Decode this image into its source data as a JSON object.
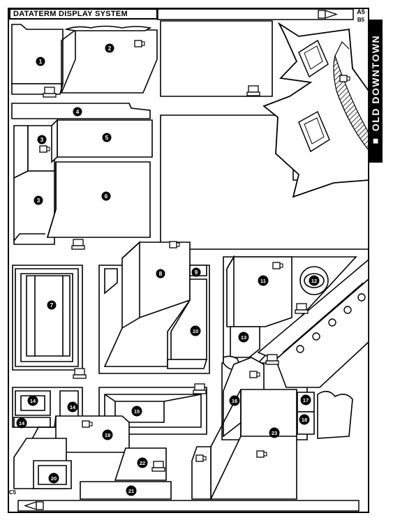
{
  "header": {
    "title": "DATATERM DISPLAY SYSTEM",
    "grid_ref_top": [
      "A5",
      "B5"
    ],
    "grid_ref_bottom": "C5"
  },
  "side_tab": {
    "label": "■ OLD DOWNTOWN"
  },
  "buildings": [
    {
      "number": "1"
    },
    {
      "number": "2"
    },
    {
      "number": "3"
    },
    {
      "number": "3"
    },
    {
      "number": "4"
    },
    {
      "number": "5"
    },
    {
      "number": "6"
    },
    {
      "number": "7"
    },
    {
      "number": "8"
    },
    {
      "number": "9"
    },
    {
      "number": "10"
    },
    {
      "number": "11"
    },
    {
      "number": "12"
    },
    {
      "number": "13"
    },
    {
      "number": "14"
    },
    {
      "number": "14"
    },
    {
      "number": "14"
    },
    {
      "number": "15"
    },
    {
      "number": "16"
    },
    {
      "number": "17"
    },
    {
      "number": "18"
    },
    {
      "number": "19"
    },
    {
      "number": "20"
    },
    {
      "number": "21"
    },
    {
      "number": "22"
    },
    {
      "number": "23"
    }
  ],
  "colors": {
    "ink": "#000000",
    "paper": "#ffffff"
  }
}
